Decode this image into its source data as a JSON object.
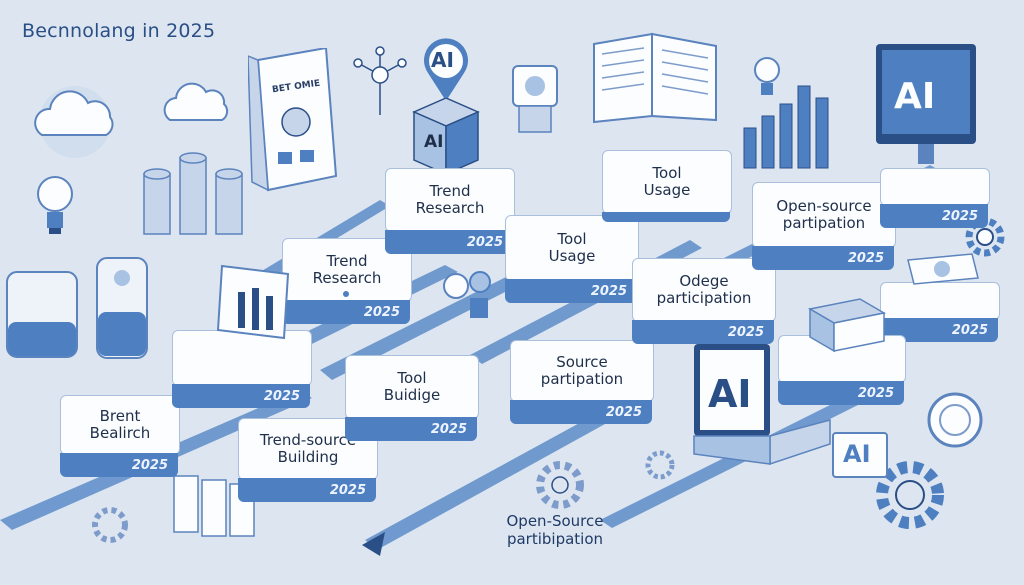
{
  "title": "Becnnolang in 2025",
  "colors": {
    "background": "#dde6f0",
    "accent": "#4d7fc1",
    "dark_accent": "#2a4f86",
    "card_face": "#fbfdff"
  },
  "book": {
    "label": "BET OMIE"
  },
  "ai_label": "AI",
  "cards": [
    {
      "id": "brent-bealirch",
      "label": "Brent\nBealirch",
      "year": "2025"
    },
    {
      "id": "trend-source-building",
      "label": "Trend-source\nBuilding",
      "year": "2025"
    },
    {
      "id": "tool-buidige",
      "label": "Tool\nBuidige",
      "year": "2025"
    },
    {
      "id": "source-partipation",
      "label": "Source\npartipation",
      "year": "2025"
    },
    {
      "id": "trend-research-lower",
      "label": "Trend\nResearch",
      "year": "2025"
    },
    {
      "id": "chart-card",
      "label": "",
      "year": "2025"
    },
    {
      "id": "trend-research-upper",
      "label": "Trend\nResearch",
      "year": "2025"
    },
    {
      "id": "tool-usage-lower",
      "label": "Tool\nUsage",
      "year": "2025"
    },
    {
      "id": "tool-usage-upper",
      "label": "Tool\nUsage",
      "year": ""
    },
    {
      "id": "odege-participation",
      "label": "Odege\nparticipation",
      "year": "2025"
    },
    {
      "id": "open-source-participation-upper",
      "label": "Open-source\npartipation",
      "year": "2025"
    },
    {
      "id": "monitor-card",
      "label": "",
      "year": "2025"
    },
    {
      "id": "stack-card",
      "label": "",
      "year": "2025"
    },
    {
      "id": "server-card",
      "label": "",
      "year": "2025"
    }
  ],
  "open_source_free": {
    "label": "Open-Source\npartibipation"
  }
}
